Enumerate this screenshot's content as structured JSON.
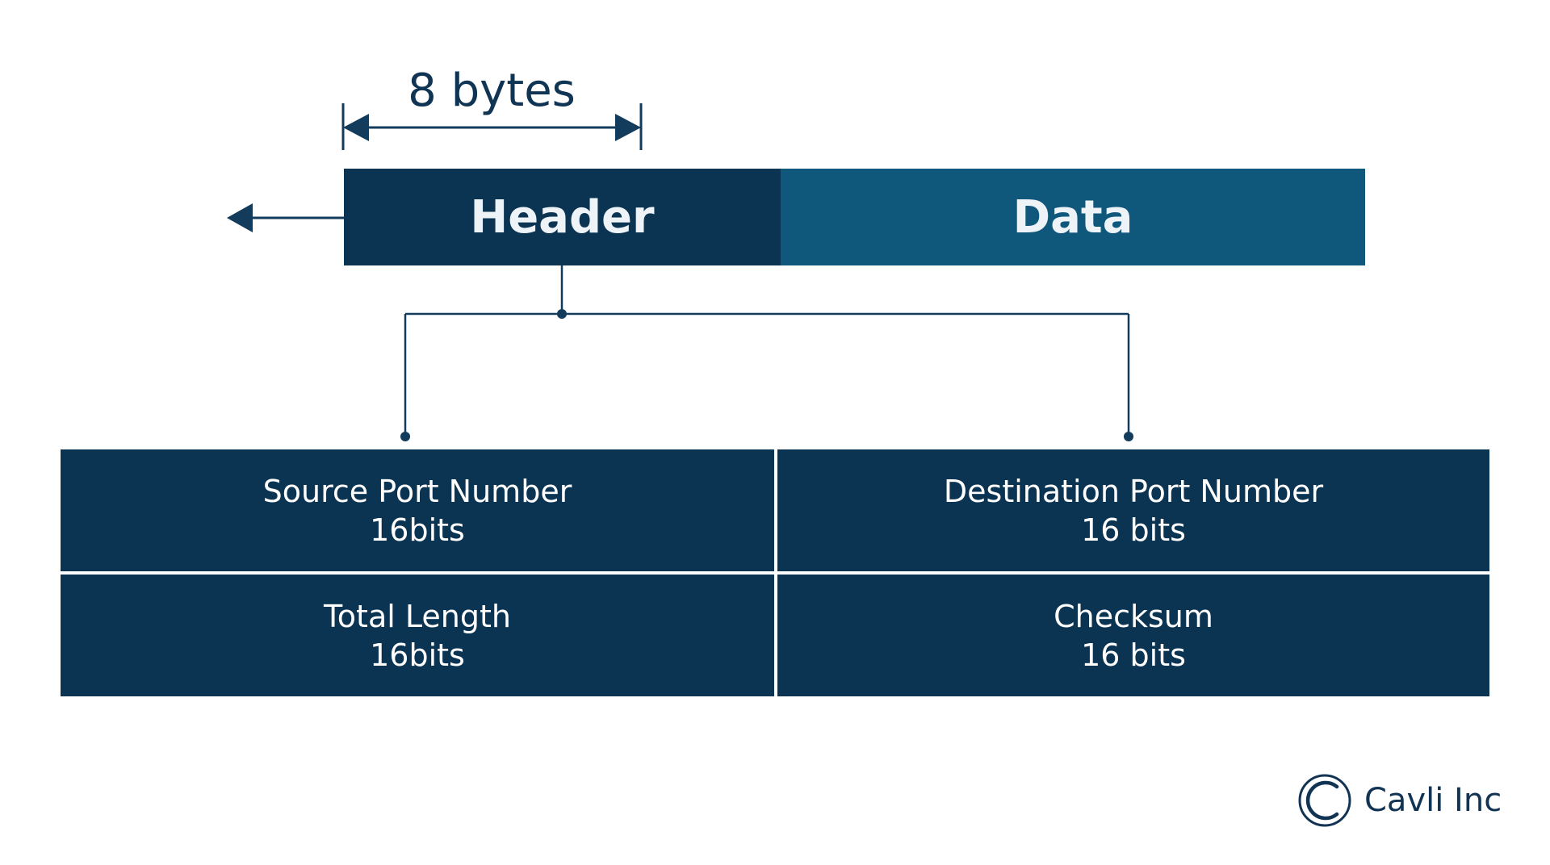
{
  "header_size_label": "8 bytes",
  "datagram": {
    "header_label": "Header",
    "data_label": "Data"
  },
  "header_fields": [
    {
      "name": "Source Port Number",
      "size": "16bits"
    },
    {
      "name": "Destination Port Number",
      "size": "16 bits"
    },
    {
      "name": "Total Length",
      "size": "16bits"
    },
    {
      "name": "Checksum",
      "size": "16 bits"
    }
  ],
  "logo": {
    "text": "Cavli Inc"
  },
  "colors": {
    "dark_navy": "#0b3352",
    "data_blue": "#10577c",
    "line": "#123b5c",
    "background": "#ffffff"
  }
}
